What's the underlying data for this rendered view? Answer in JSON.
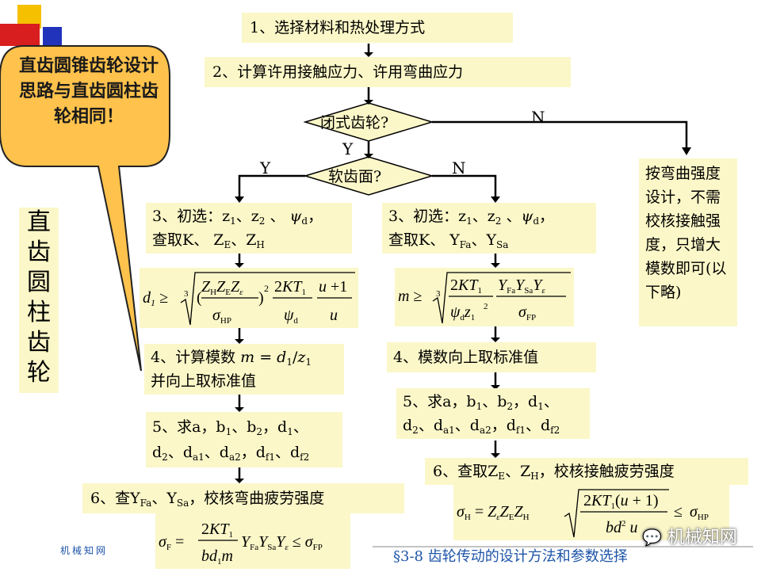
{
  "steps": {
    "s1": "1、选择材料和热处理方式",
    "s2": "2、计算许用接触应力、许用弯曲应力",
    "d1": "闭式齿轮?",
    "d2": "软齿面?",
    "yes": "Y",
    "no": "N",
    "n_right": "按弯曲强度设计，不需校核接触强度，只增大模数即可(以下略)"
  },
  "left": {
    "s3_line1": "3、初选：z",
    "s3_line2": "查取K、 Z",
    "s4_line1": "4、计算模数",
    "s4_line2": "并向上取标准值",
    "s5_line1": "5、求a，b",
    "s6": "6、查Y"
  },
  "right": {
    "s3_line1": "3、初选：z",
    "s3_line2": "查取K、 Y",
    "s4": "4、模数向上取标准值",
    "s5_line1": "5、求a，b",
    "s6": "6、查取Z"
  },
  "callout": "直齿圆锥齿轮设计思路与直齿圆柱齿轮相同！",
  "vertical_title": "直齿圆柱齿轮",
  "footer_left": "机械知网",
  "footer_right": "§3-8 齿轮传动的设计方法和参数选择",
  "watermark": "机械知网"
}
